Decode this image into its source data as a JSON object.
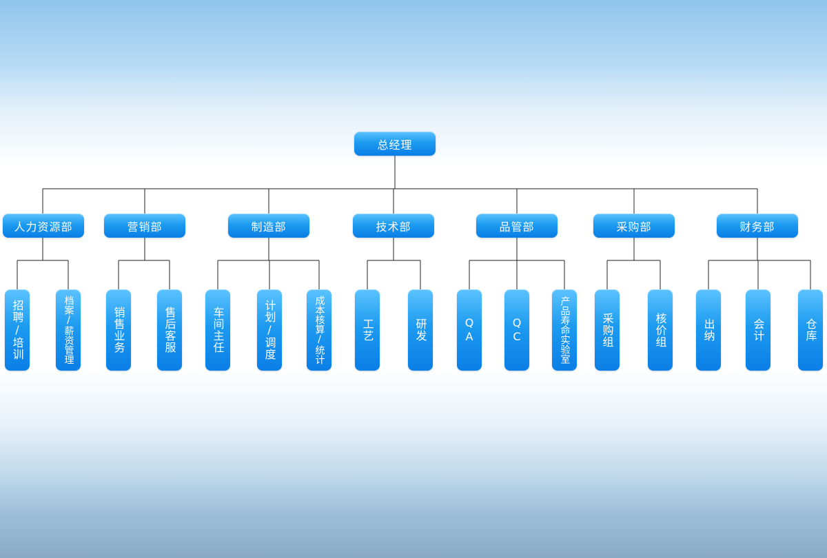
{
  "org_chart": {
    "root": {
      "label": "总经理",
      "departments": [
        {
          "label": "人力资源部",
          "teams": [
            {
              "label": "招聘/培训"
            },
            {
              "label": "档案/薪资管理"
            }
          ]
        },
        {
          "label": "营销部",
          "teams": [
            {
              "label": "销售业务"
            },
            {
              "label": "售后客服"
            }
          ]
        },
        {
          "label": "制造部",
          "teams": [
            {
              "label": "车间主任"
            },
            {
              "label": "计划/调度"
            },
            {
              "label": "成本核算/统计"
            }
          ]
        },
        {
          "label": "技术部",
          "teams": [
            {
              "label": "工艺"
            },
            {
              "label": "研发"
            }
          ]
        },
        {
          "label": "品管部",
          "teams": [
            {
              "label": "QA"
            },
            {
              "label": "QC"
            },
            {
              "label": "产品寿命实验室"
            }
          ]
        },
        {
          "label": "采购部",
          "teams": [
            {
              "label": "采购组"
            },
            {
              "label": "核价组"
            }
          ]
        },
        {
          "label": "财务部",
          "teams": [
            {
              "label": "出纳"
            },
            {
              "label": "会计"
            },
            {
              "label": "仓库"
            }
          ]
        }
      ]
    }
  },
  "colors": {
    "node": "#1d9bf0",
    "connector": "#222222"
  },
  "icons": {
    "background": "sky-mountains-illustration"
  }
}
